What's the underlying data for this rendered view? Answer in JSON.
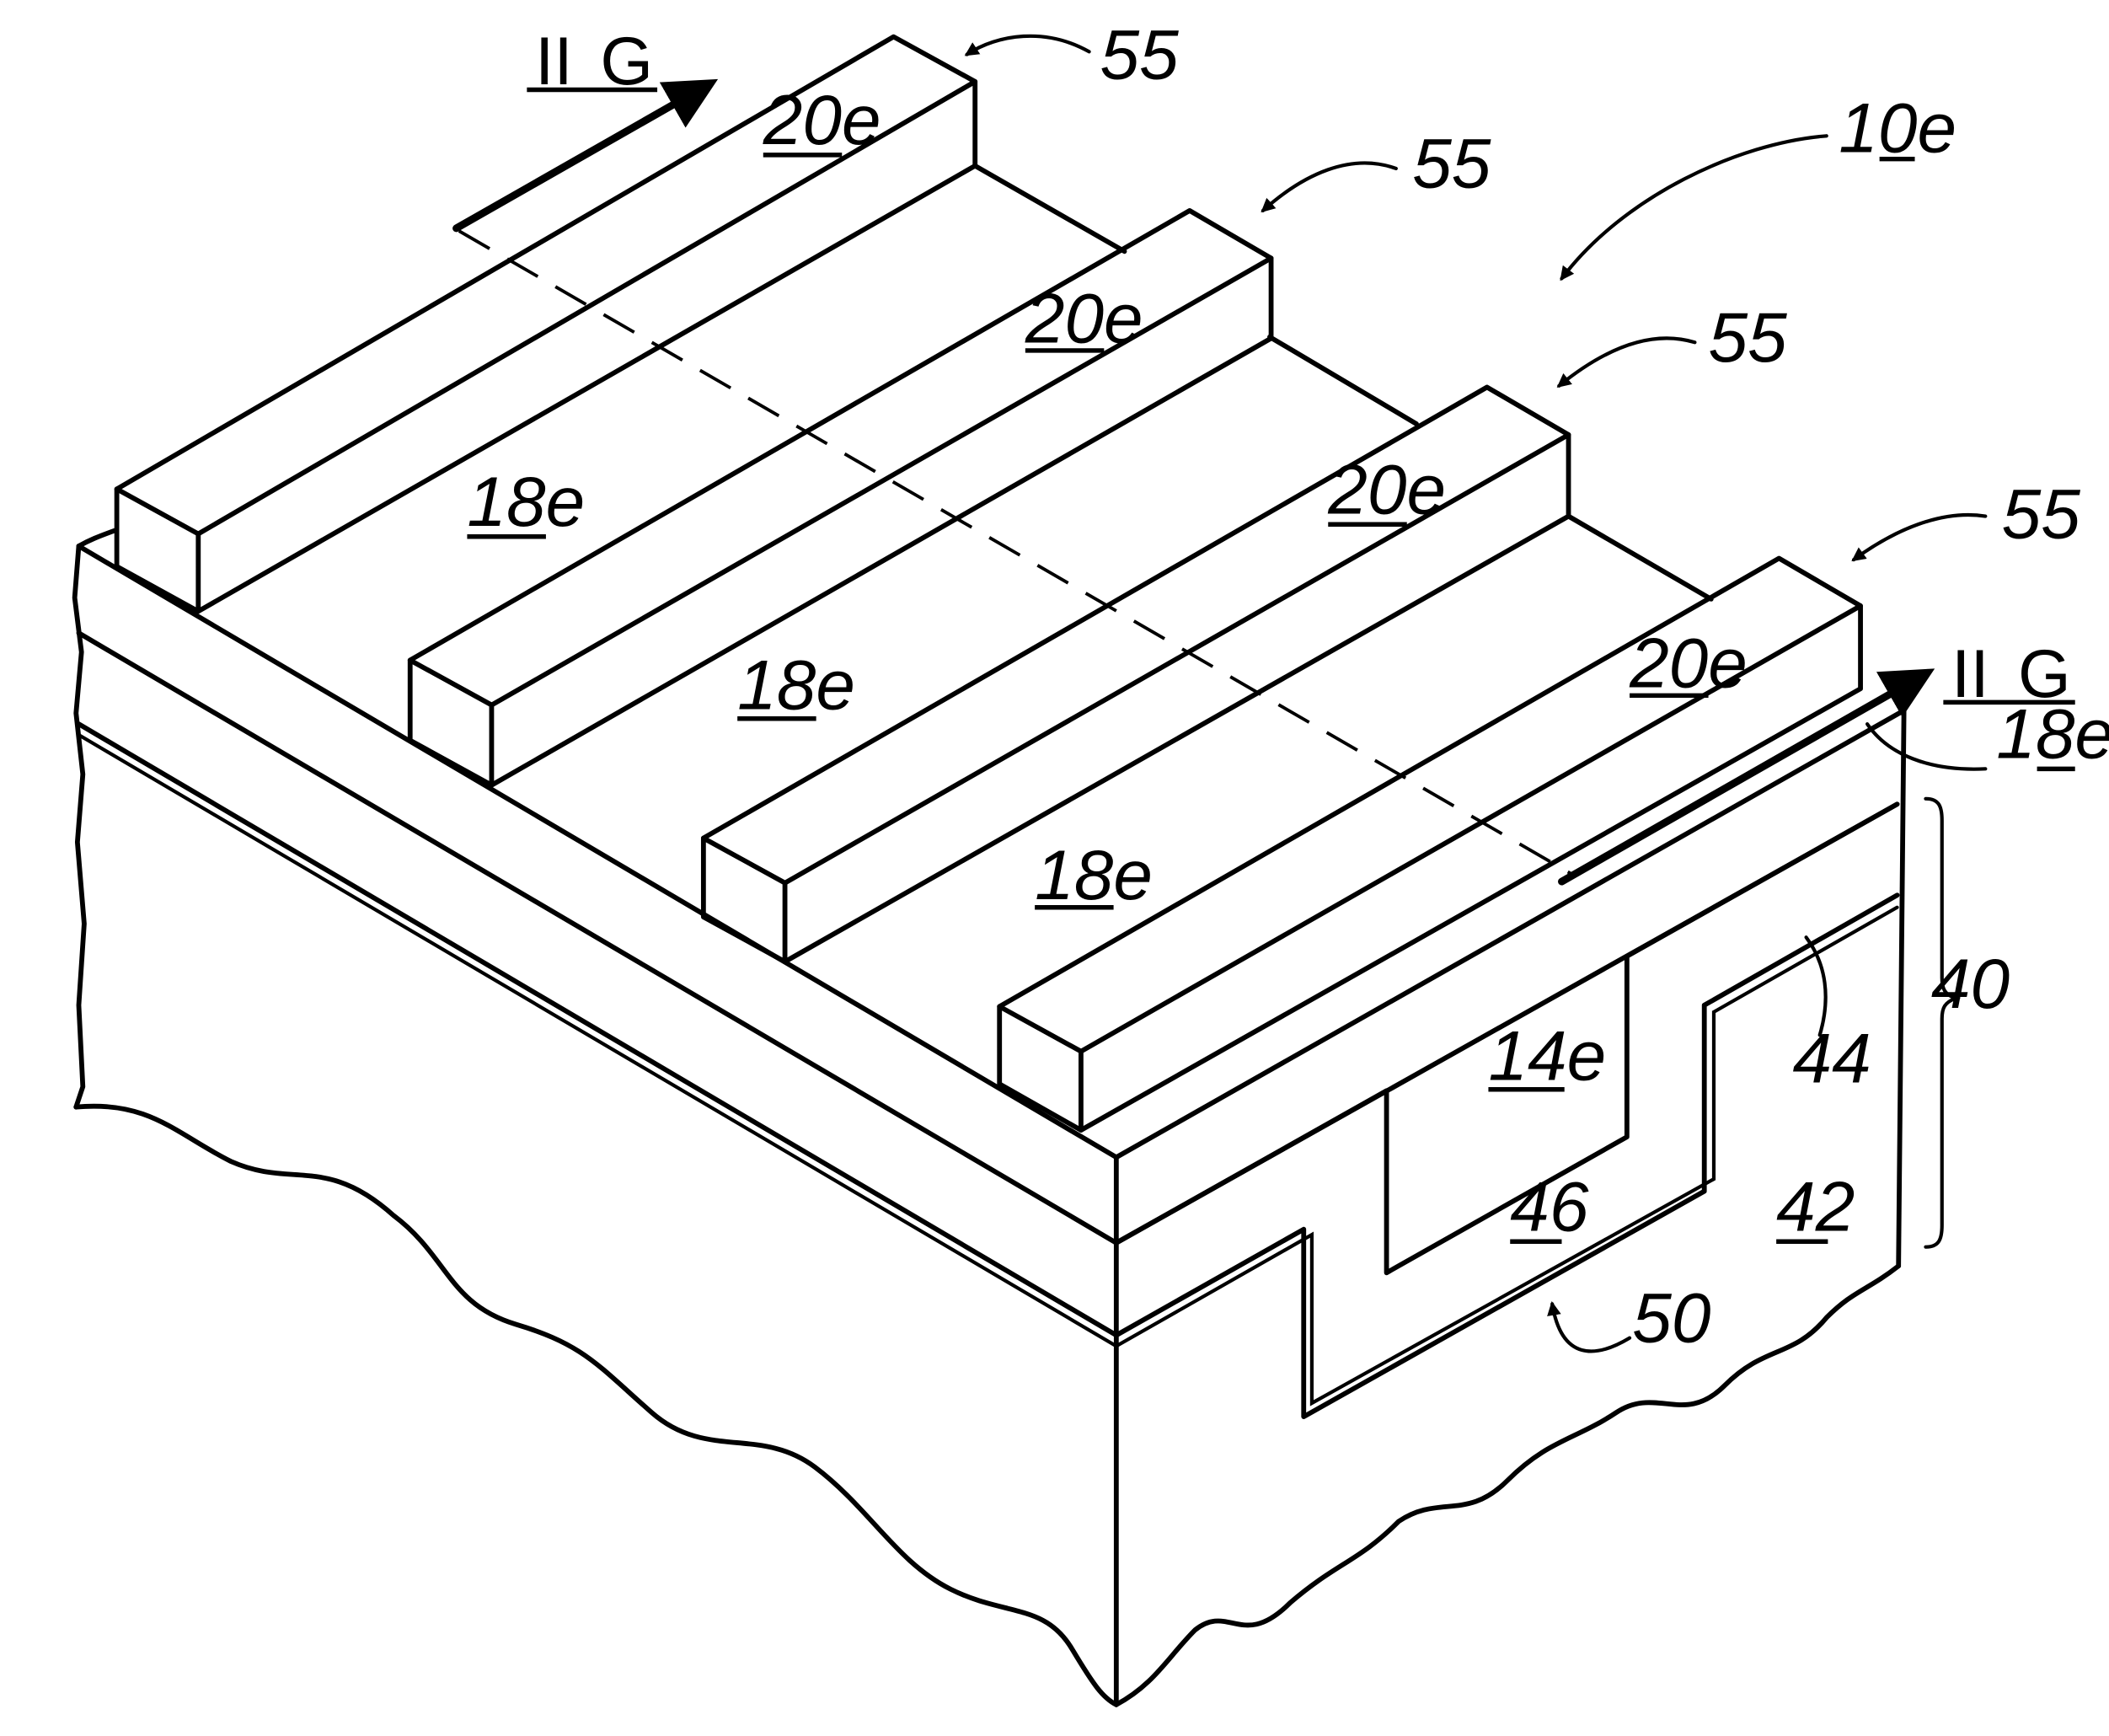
{
  "figure": {
    "assembly_ref": "10e",
    "section": {
      "num": "II",
      "letter": "G"
    },
    "labels": {
      "gap_55": "55",
      "line_20e": "20e",
      "space_18e": "18e",
      "region_14e": "14e",
      "bracket_40": "40",
      "layer_42": "42",
      "layer_44": "44",
      "layer_46": "46",
      "recess_50": "50"
    }
  }
}
